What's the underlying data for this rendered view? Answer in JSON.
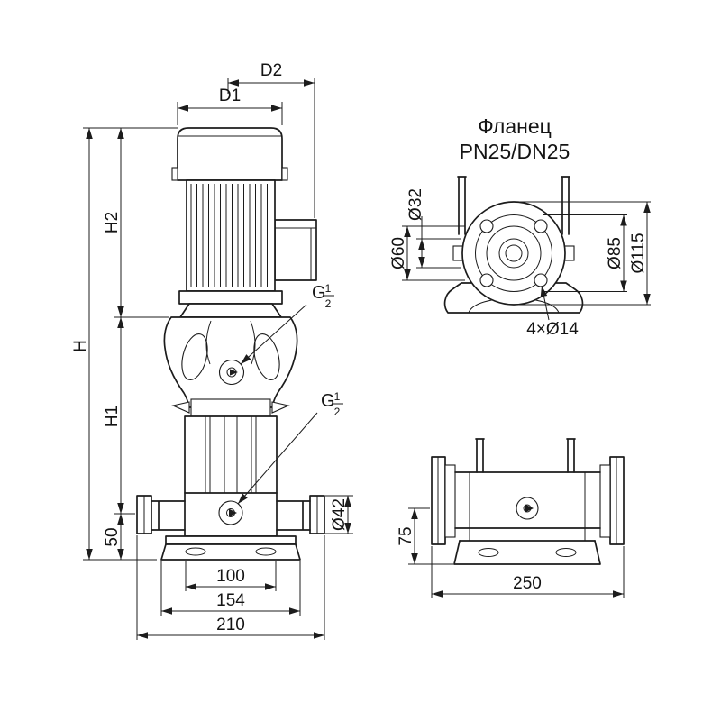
{
  "drawing": {
    "front_view": {
      "dim_d2": "D2",
      "dim_d1": "D1",
      "dim_h2": "H2",
      "dim_h": "H",
      "dim_h1": "H1",
      "dim_50": "50",
      "dim_dia42": "Ø42",
      "dim_100": "100",
      "dim_154": "154",
      "dim_210": "210",
      "thread": {
        "letter": "G",
        "num": "1",
        "den": "2"
      }
    },
    "flange_view": {
      "title": "Фланец",
      "subtitle": "PN25/DN25",
      "dim_dia32": "Ø32",
      "dim_dia60": "Ø60",
      "dim_dia85": "Ø85",
      "dim_dia115": "Ø115",
      "dim_holes": "4×Ø14"
    },
    "side_view": {
      "dim_75": "75",
      "dim_250": "250"
    }
  }
}
